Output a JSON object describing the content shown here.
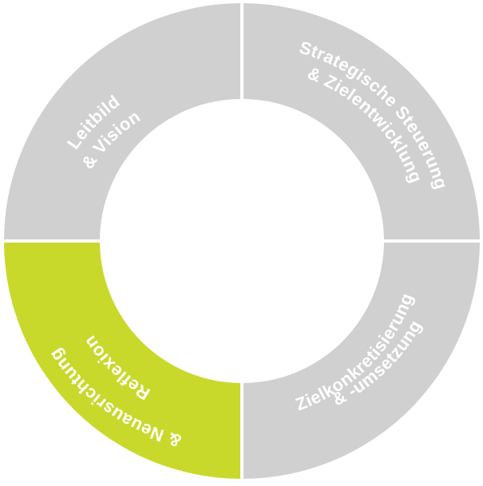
{
  "colors": {
    "segment_default": "#d0d0d1",
    "segment_active": "#c8d92b",
    "label": "#ffffff",
    "background": "#ffffff"
  },
  "segments": [
    {
      "id": "leitbild",
      "active": false,
      "lines": [
        "Leitbild",
        "& Vision"
      ]
    },
    {
      "id": "strategie",
      "active": false,
      "lines": [
        "Strategische Steuerung",
        "& Zielentwicklung"
      ]
    },
    {
      "id": "zielkonkretisierung",
      "active": false,
      "lines": [
        "Zielkonkretisierung",
        "& -umsetzung"
      ]
    },
    {
      "id": "reflexion",
      "active": true,
      "lines": [
        "Reflexion",
        "& Neuausrichtung"
      ]
    }
  ]
}
